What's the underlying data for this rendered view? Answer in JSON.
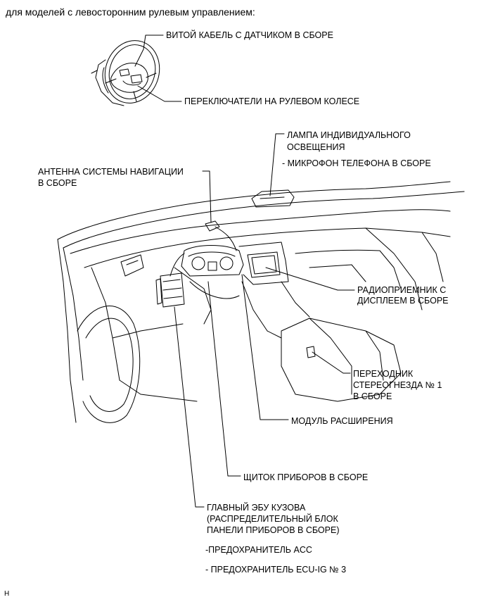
{
  "header": "для моделей с левосторонним рулевым управлением:",
  "labels": {
    "spiral_cable": "ВИТОЙ КАБЕЛЬ С ДАТЧИКОМ В СБОРЕ",
    "steering_switches": "ПЕРЕКЛЮЧАТЕЛИ НА РУЛЕВОМ КОЛЕСЕ",
    "lamp_line1": "ЛАМПА ИНДИВИДУАЛЬНОГО",
    "lamp_line2": "ОСВЕЩЕНИЯ",
    "microphone": "- МИКРОФОН ТЕЛЕФОНА В СБОРЕ",
    "antenna_line1": "АНТЕННА СИСТЕМЫ НАВИГАЦИИ",
    "antenna_line2": "В СБОРЕ",
    "radio_line1": "РАДИОПРИЕМНИК С",
    "radio_line2": "ДИСПЛЕЕМ В СБОРЕ",
    "adapter_line1": "ПЕРЕХОДНИК",
    "adapter_line2": "СТЕРЕОГНЕЗДА № 1",
    "adapter_line3": "В СБОРЕ",
    "expansion_module": "МОДУЛЬ РАСШИРЕНИЯ",
    "combination_meter": "ЩИТОК ПРИБОРОВ В СБОРЕ",
    "main_ecu_line1": "ГЛАВНЫЙ ЭБУ КУЗОВА",
    "main_ecu_line2": "(РАСПРЕДЕЛИТЕЛЬНЫЙ БЛОК",
    "main_ecu_line3": "ПАНЕЛИ ПРИБОРОВ В СБОРЕ)",
    "fuse_acc": "-ПРЕДОХРАНИТЕЛЬ ACC",
    "fuse_ecu_ig": "- ПРЕДОХРАНИТЕЛЬ ECU-IG № 3"
  },
  "footer": "H"
}
